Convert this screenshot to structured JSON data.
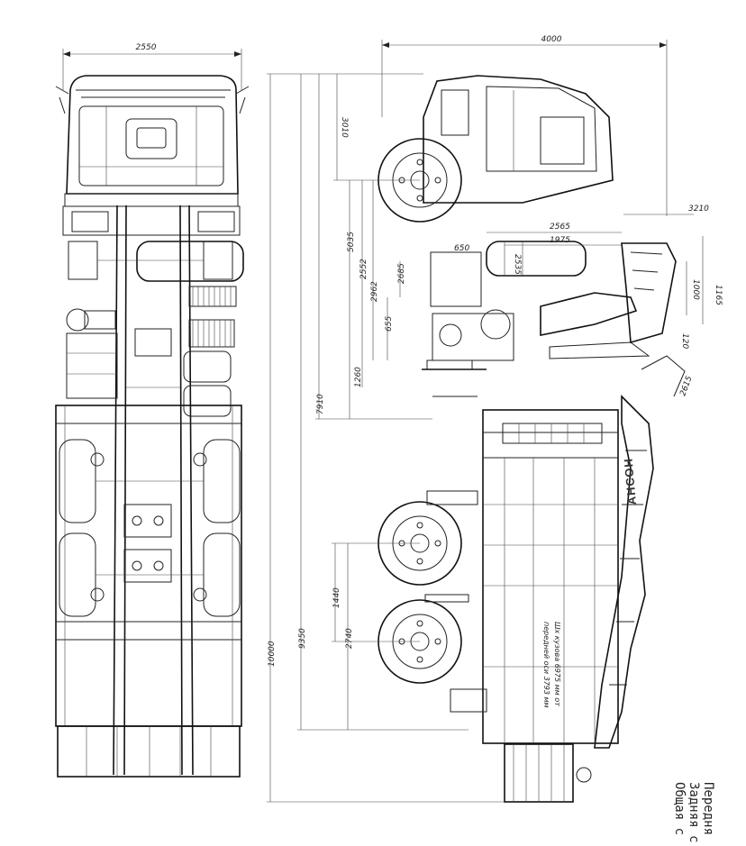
{
  "dimensions": {
    "plan_width": "2550",
    "overall_length": "4000",
    "cab_height": "3210",
    "tip_height": "1165",
    "tip_offset": "1000",
    "reach_2565": "2565",
    "reach_1975": "1975",
    "small_120": "120",
    "angle_2615": "2615",
    "h_2535": "2535",
    "h_650": "650",
    "left_3010": "3010",
    "left_5035": "5035",
    "left_7910": "7910",
    "left_9350": "9350",
    "left_10000": "10000",
    "left_2552": "2552",
    "left_2962": "2962",
    "left_2685": "2685",
    "left_655": "655",
    "left_1260": "1260",
    "left_1440": "1440",
    "left_2740": "2740"
  },
  "body_note_line1": "Шх кузова 6975 мм от",
  "body_note_line2": "передней оси 3793 мм",
  "brand_text": "АНСОН",
  "legend_lines": [
    "Передня",
    "Задняя с",
    "Общая с"
  ]
}
